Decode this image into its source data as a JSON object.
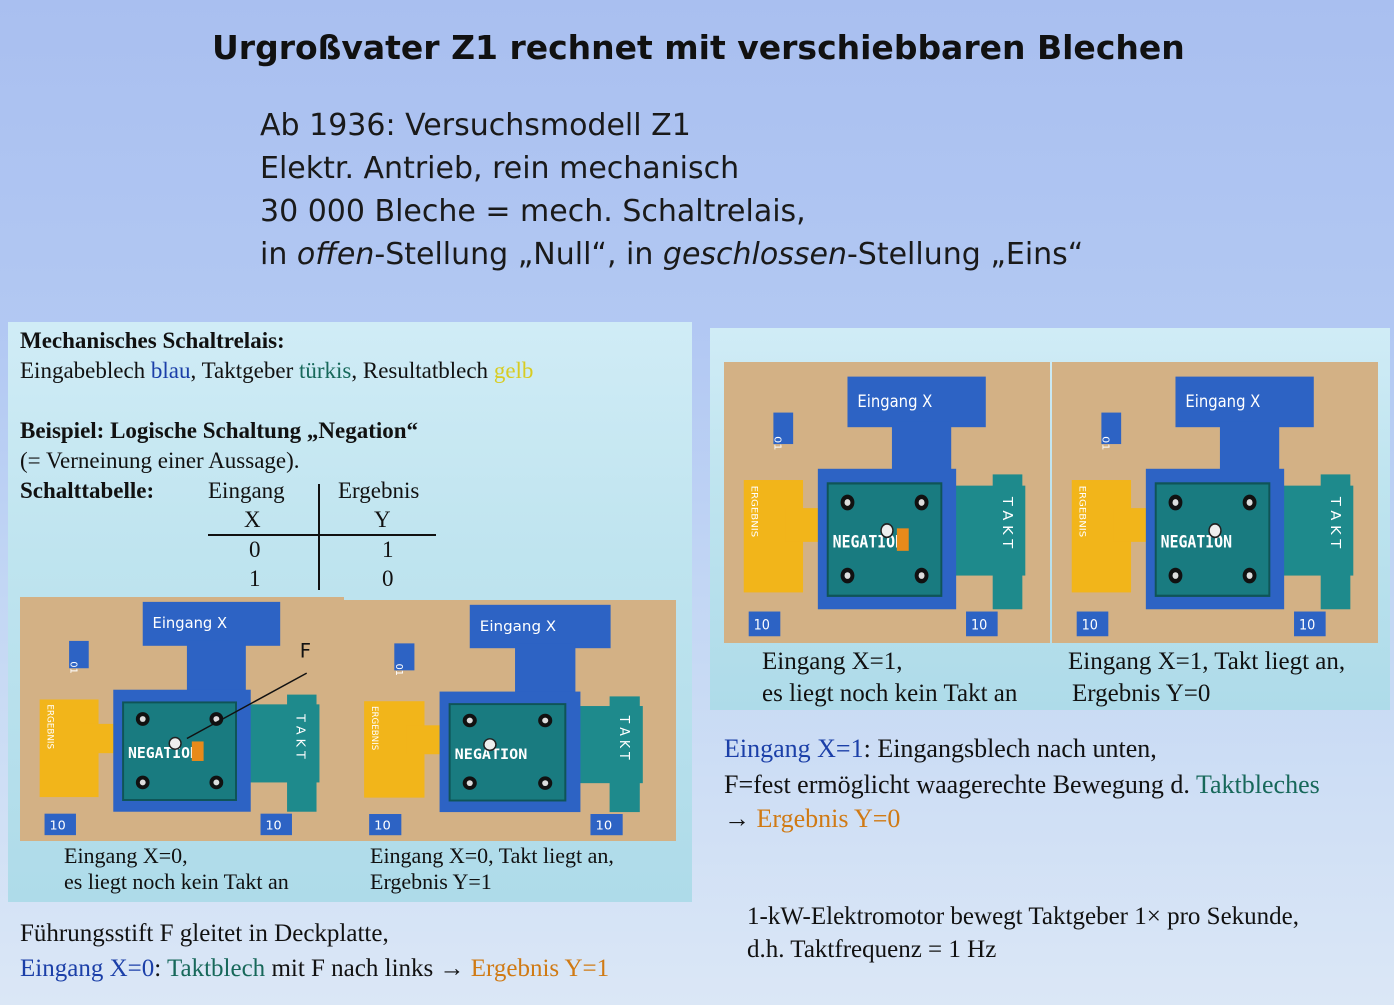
{
  "title": "Urgroßvater Z1 rechnet mit verschiebbaren Blechen",
  "intro": {
    "line1": "Ab 1936: Versuchsmodell Z1",
    "line2": "Elektr. Antrieb, rein mechanisch",
    "line3": "30 000 Bleche = mech. Schaltrelais,",
    "line4_prefix": "in ",
    "line4_em1": "offen",
    "line4_mid": "-Stellung „Null“, in ",
    "line4_em2": "geschlossen",
    "line4_suffix": "-Stellung „Eins“"
  },
  "left_panel": {
    "heading": "Mechanisches Schaltrelais:",
    "line2_a": "Eingabeblech ",
    "line2_blue": "blau",
    "line2_b": ", Taktgeber ",
    "line2_teal": "türkis",
    "line2_c": ", Resultatblech ",
    "line2_yellow": "gelb",
    "example_heading": "Beispiel: Logische Schaltung „Negation“",
    "example_sub": "(= Verneinung einer Aussage).",
    "table_label": "Schalttabelle:",
    "col1_header": "Eingang",
    "col1_var": "X",
    "col2_header": "Ergebnis",
    "col2_var": "Y",
    "rows": [
      [
        "0",
        "1"
      ],
      [
        "1",
        "0"
      ]
    ],
    "caption1_line1": "Eingang X=0,",
    "caption1_line2": "es liegt noch kein Takt an",
    "caption2_line1": "Eingang X=0, Takt liegt an,",
    "caption2_line2": "Ergebnis Y=1",
    "marker_f": "F"
  },
  "photo_labels": {
    "eingang": "Eingang X",
    "negation": "NEGATION",
    "ergebnis": "ERGEBNIS",
    "takt": "TAKT",
    "tag_01": "01",
    "tag_10": "10"
  },
  "bottom_left": {
    "line1": "Führungsstift F gleitet in Deckplatte,",
    "line2_blue": "Eingang X=0",
    "line2_a": ": ",
    "line2_teal": "Taktblech",
    "line2_b": " mit F nach links → ",
    "line2_orange": "Ergebnis Y=1"
  },
  "right_panel": {
    "caption1_line1": "Eingang X=1,",
    "caption1_line2": "es liegt noch kein Takt an",
    "caption2_line1": "Eingang X=1, Takt liegt an,",
    "caption2_line2": "Ergebnis Y=0"
  },
  "right_text": {
    "line1_blue": "Eingang X=1",
    "line1_a": ": Eingangsblech nach unten,",
    "line2_a": "F=fest ermöglicht waagerechte Bewegung d. ",
    "line2_teal": "Taktbleches",
    "line3_a": "→ ",
    "line3_orange": "Ergebnis Y=0"
  },
  "motor_text": {
    "line1": "1-kW-Elektromotor bewegt Taktgeber 1× pro Sekunde,",
    "line2": "d.h. Taktfrequenz = 1 Hz"
  },
  "colors": {
    "input_blue": "#1b3fa8",
    "clock_teal": "#17685a",
    "result_orange": "#d07a14",
    "result_yellow": "#d8cc22"
  }
}
